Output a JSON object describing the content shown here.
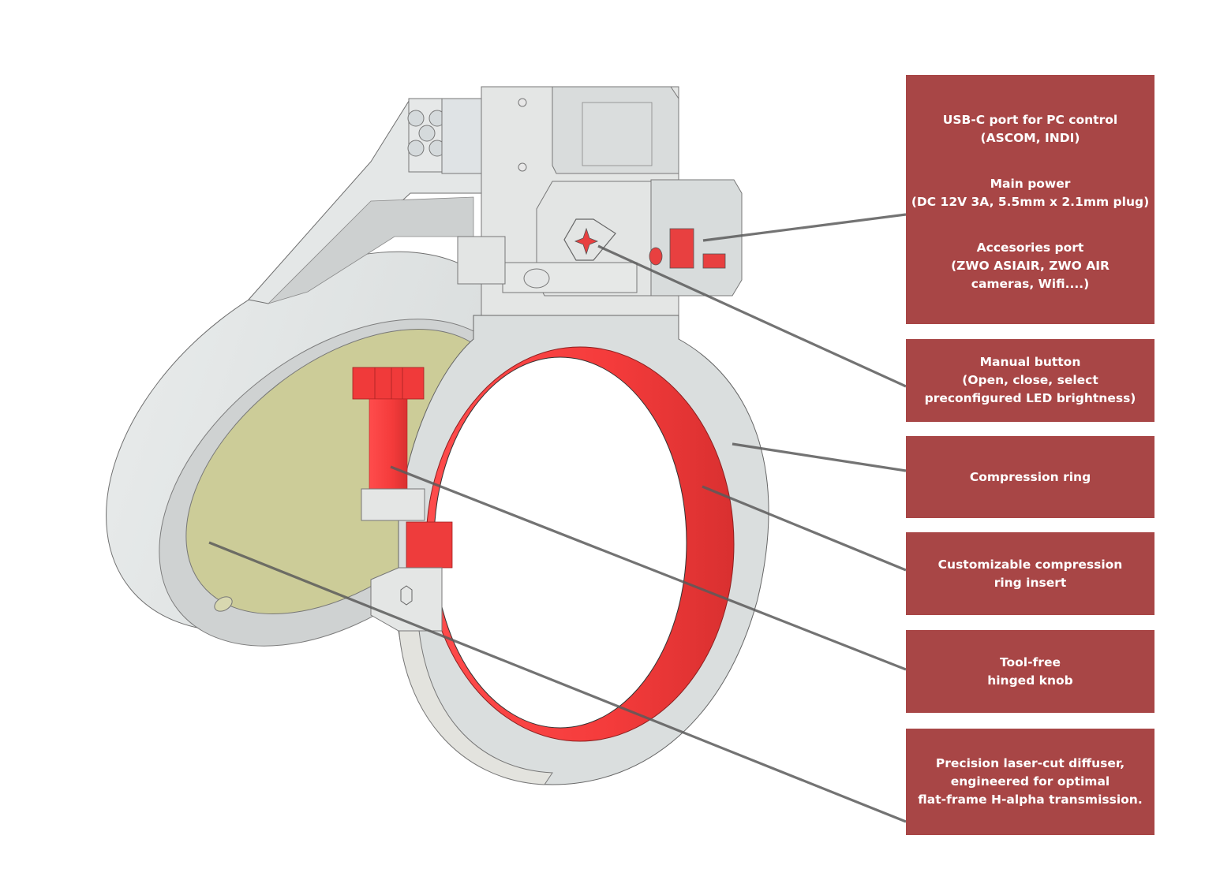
{
  "colors": {
    "callout_background": "#a84646",
    "callout_text": "#ffffff",
    "leader_line": "#5a5a5a",
    "body_plastic": "#dfe2e2",
    "accent_red": "#ef3a3a",
    "diffuser": "#cccc98"
  },
  "callouts": [
    {
      "id": "ports",
      "groups": [
        {
          "title": "USB-C port for PC control",
          "lines": [
            "(ASCOM, INDI)"
          ]
        },
        {
          "title": "Main power",
          "lines": [
            "(DC 12V 3A, 5.5mm x 2.1mm plug)"
          ]
        },
        {
          "title": "Accesories port",
          "lines": [
            "(ZWO ASIAIR, ZWO AIR",
            "cameras, Wifi....)"
          ]
        }
      ]
    },
    {
      "id": "manual-button",
      "lines": [
        "Manual button",
        "(Open, close, select",
        "preconfigured LED brightness)"
      ]
    },
    {
      "id": "compression-ring",
      "lines": [
        "Compression ring"
      ]
    },
    {
      "id": "ring-insert",
      "lines": [
        "Customizable compression",
        "ring insert"
      ]
    },
    {
      "id": "hinged-knob",
      "lines": [
        "Tool-free",
        "hinged knob"
      ]
    },
    {
      "id": "diffuser",
      "lines": [
        "Precision laser-cut diffuser,",
        "engineered for optimal",
        "flat-frame H-alpha transmission."
      ]
    }
  ]
}
